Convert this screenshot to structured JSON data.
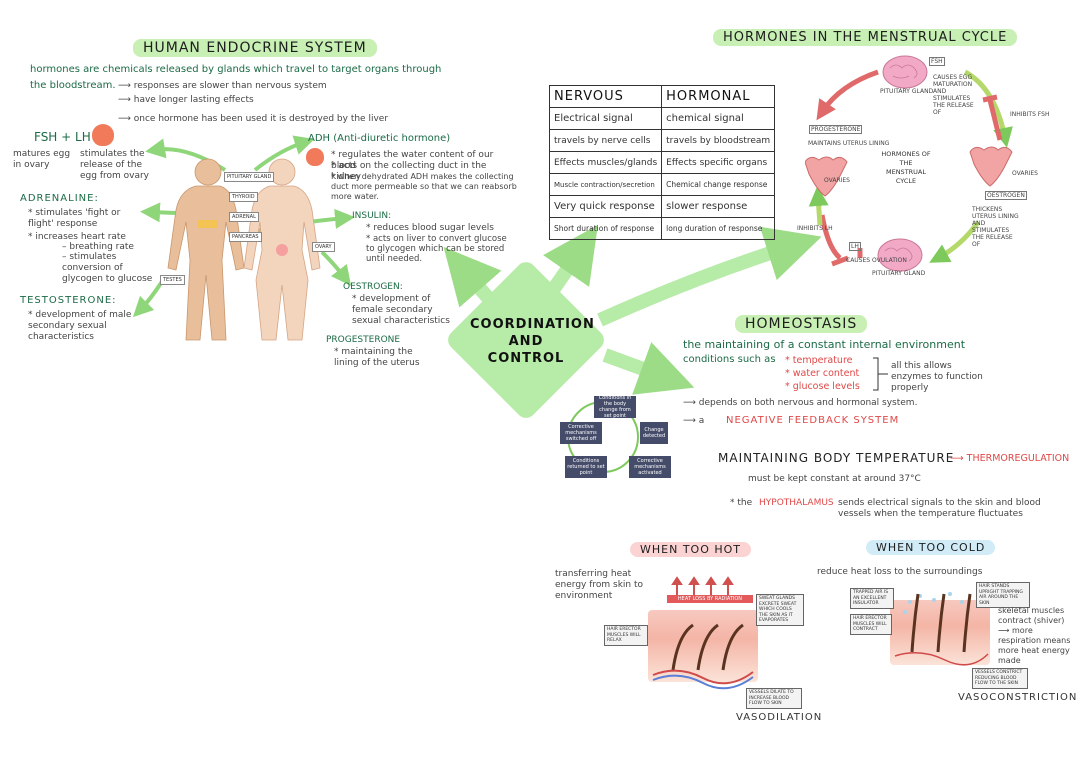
{
  "endocrine": {
    "title": "HUMAN ENDOCRINE SYSTEM",
    "intro_1": "hormones are chemicals released by glands which travel to target organs through",
    "intro_2": "the bloodstream.",
    "bullet_1": "⟶ responses are slower than nervous system",
    "bullet_2": "⟶ have longer lasting effects",
    "bullet_3": "⟶ once hormone has been used it is destroyed by the liver",
    "fsh_title": "FSH + LH",
    "fsh_left": "matures egg in ovary",
    "fsh_right": "stimulates the release of the egg from ovary",
    "adrenaline_title": "ADRENALINE:",
    "adrenaline_1": "* stimulates 'fight or flight' response",
    "adrenaline_2": "* increases heart rate",
    "adrenaline_3": "– breathing rate",
    "adrenaline_4": "– stimulates conversion of glycogen to glucose",
    "testosterone_title": "TESTOSTERONE:",
    "testosterone_1": "* development of male secondary sexual characteristics",
    "adh_title": "ADH (Anti-diuretic hormone)",
    "adh_1": "* regulates the water content of our blood",
    "adh_2": "* acts on the collecting duct in the kidney",
    "adh_3": "* when dehydrated ADH makes the collecting duct more permeable so that we can reabsorb more water.",
    "insulin_title": "INSULIN:",
    "insulin_1": "* reduces blood sugar levels",
    "insulin_2": "* acts on liver to convert glucose to glycogen which can be stored until needed.",
    "oestrogen_title": "OESTROGEN:",
    "oestrogen_1": "* development of female secondary sexual characteristics",
    "progesterone_title": "PROGESTERONE",
    "progesterone_1": "* maintaining the lining of the uterus",
    "gland_labels": [
      "PITUITARY GLAND",
      "THYROID",
      "ADRENAL",
      "PANCREAS",
      "TESTES",
      "OVARY"
    ]
  },
  "comparison": {
    "headers": [
      "NERVOUS",
      "HORMONAL"
    ],
    "rows": [
      [
        "Electrical signal",
        "chemical signal"
      ],
      [
        "travels by nerve cells",
        "travels by bloodstream"
      ],
      [
        "Effects muscles/glands",
        "Effects specific organs"
      ],
      [
        "Muscle contraction/secretion",
        "Chemical change response"
      ],
      [
        "Very quick response",
        "slower response"
      ],
      [
        "Short duration of response",
        "long duration of response"
      ]
    ]
  },
  "center": {
    "line1": "COORDINATION",
    "line2": "AND",
    "line3": "CONTROL"
  },
  "menstrual": {
    "title": "HORMONES IN THE MENSTRUAL CYCLE",
    "center_1": "HORMONES OF THE",
    "center_2": "MENSTRUAL CYCLE",
    "fsh": "FSH",
    "fsh_note": "CAUSES EGG MATURATION AND STIMULATES THE RELEASE OF",
    "pituitary_1": "PITUITARY GLAND",
    "inhibits_fsh": "INHIBITS FSH",
    "ovaries_right": "OVARIES",
    "oestrogen": "OESTROGEN",
    "oestrogen_note": "THICKENS UTERUS LINING AND STIMULATES THE RELEASE OF",
    "lh": "LH",
    "lh_note": "CAUSES OVULATION",
    "pituitary_2": "PITUITARY GLAND",
    "inhibits_lh": "INHIBITS LH",
    "ovaries_left": "OVARIES",
    "progesterone": "PROGESTERONE",
    "progesterone_note": "MAINTAINS UTERUS LINING"
  },
  "homeostasis": {
    "title": "HOMEOSTASIS",
    "def": "the maintaining of a constant internal environment",
    "conditions": "conditions such as",
    "items": [
      "* temperature",
      "* water content",
      "* glucose levels"
    ],
    "allows": "all this allows enzymes to function properly",
    "depends": "⟶ depends on both nervous and hormonal system.",
    "feedback_prefix": "⟶ a",
    "feedback": "NEGATIVE FEEDBACK SYSTEM",
    "cycle": [
      "Conditions in the body change from set point",
      "Change detected",
      "Corrective mechanisms activated",
      "Conditions returned to set point",
      "Corrective mechanisms switched off"
    ]
  },
  "temperature": {
    "title": "MAINTAINING BODY TEMPERATURE",
    "arrow_label": "⟶ THERMOREGULATION",
    "constant": "must be kept constant at around 37°C",
    "hypo_prefix": "* the",
    "hypothalamus": "HYPOTHALAMUS",
    "hypo_rest": "sends electrical signals to the skin and blood vessels when the temperature fluctuates",
    "hot_title": "WHEN TOO HOT",
    "hot_desc": "transferring heat energy from skin to environment",
    "hot_banner": "HEAT LOSS BY RADIATION",
    "hot_sweat": "SWEAT GLANDS EXCRETE SWEAT WHICH COOLS THE SKIN AS IT EVAPORATES",
    "hot_hair": "HAIR ERECTOR MUSCLES WILL RELAX",
    "hot_vessels": "VESSELS DILATE TO INCREASE BLOOD FLOW TO SKIN",
    "hot_label": "VASODILATION",
    "cold_title": "WHEN TOO COLD",
    "cold_desc": "reduce heat loss to the surroundings",
    "cold_air": "TRAPPED AIR IS AN EXCELLENT INSULATOR",
    "cold_hair_up": "HAIR STANDS UPRIGHT TRAPPING AIR AROUND THE SKIN",
    "cold_hair": "HAIR ERECTOR MUSCLES WILL CONTRACT",
    "cold_vessels": "VESSELS CONSTRICT REDUCING BLOOD FLOW TO THE SKIN",
    "cold_muscles": "skeletal muscles contract (shiver) ⟶ more respiration means more heat energy made",
    "cold_label": "VASOCONSTRICTION"
  },
  "colors": {
    "green_arrow": "#8fd67a",
    "title_green": "#c8f0b5",
    "red": "#e04848",
    "dark_green_text": "#1c6b46"
  }
}
